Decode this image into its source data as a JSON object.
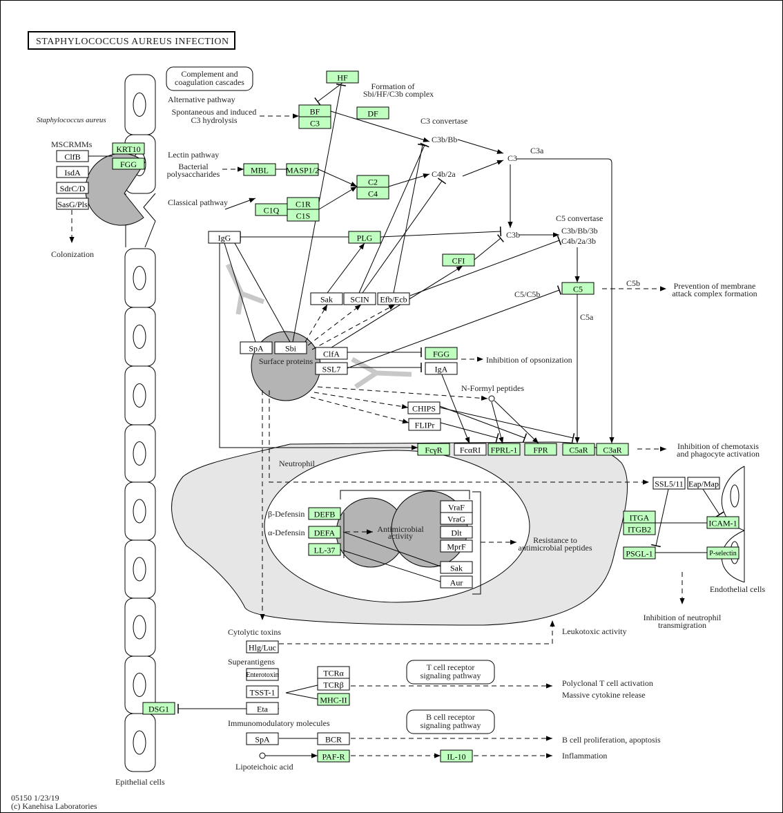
{
  "title": "STAPHYLOCOCCUS AUREUS INFECTION",
  "footer": {
    "map_id": "05150 1/23/19",
    "copyright": "(c) Kanehisa Laboratories"
  },
  "colors": {
    "gene_fill": "#bfffbf",
    "neutrophil_fill": "#e6e6e6",
    "bacteria_fill": "#b4b4b4",
    "antibody_gray": "#c8c8c8"
  },
  "map_links": {
    "complement": "Complement and coagulation cascades",
    "tcr": "T cell receptor signaling pathway",
    "bcr": "B cell receptor signaling pathway"
  },
  "labels": {
    "staph": "Staphylococcus aureus",
    "mscramms": "MSCRMMs",
    "colonization": "Colonization",
    "alt_path": "Alternative pathway",
    "spont1": "Spontaneous and induced",
    "spont2": "C3 hydrolysis",
    "lectin": "Lectin pathway",
    "bact1": "Bacterial",
    "bact2": "polysaccharides",
    "classical": "Classical pathway",
    "formation1": "Formation of",
    "formation2": "Sbi/HF/C3b complex",
    "c3conv": "C3 convertase",
    "c3bbb": "C3b/Bb",
    "c4b2a": "C4b/2a",
    "c3": "C3",
    "c3a": "C3a",
    "c3b": "C3b",
    "c5conv": "C5 convertase",
    "c3bbb3b": "C3b/Bb/3b",
    "c4b2a3b": "C4b/2a/3b",
    "c5c5b": "C5/C5b",
    "c5b": "C5b",
    "c5a": "C5a",
    "prev1": "Prevention of membrane",
    "prev2": "attack complex formation",
    "surface": "Surface proteins",
    "inh_ops": "Inhibition of opsonization",
    "nformyl": "N-Formyl peptides",
    "inh_chem1": "Inhibition of chemotaxis",
    "inh_chem2": "and phagocyte activation",
    "neutrophil": "Neutrophil",
    "bdef": "β-Defensin",
    "adef": "α-Defensin",
    "antimic1": "Antimicrobial",
    "antimic2": "activity",
    "resist1": "Resistance to",
    "resist2": "antimicrobial peptides",
    "endo": "Endothelial cells",
    "inh_neut1": "Inhibition of neutrophil",
    "inh_neut2": "transmigration",
    "cytolytic": "Cytolytic toxins",
    "leuko": "Leukotoxic activity",
    "superag": "Superantigens",
    "polyT": "Polyclonal T cell activation",
    "cytokine": "Massive cytokine release",
    "immuno": "Immunomodulatory molecules",
    "bprolif": "B cell proliferation, apoptosis",
    "lta": "Lipoteichoic acid",
    "inflam": "Inflammation",
    "epi": "Epithelial cells"
  },
  "nodes": {
    "clfb": "ClfB",
    "isda": "IsdA",
    "sdrcd": "SdrC/D",
    "sasg": "SasG/Pls",
    "krt10": "KRT10",
    "fgg1": "FGG",
    "hf": "HF",
    "bf": "BF",
    "c3g": "C3",
    "df": "DF",
    "mbl": "MBL",
    "masp": "MASP1/2",
    "c2": "C2",
    "c4": "C4",
    "c1q": "C1Q",
    "c1r": "C1R",
    "c1s": "C1S",
    "igg": "IgG",
    "plg": "PLG",
    "cfi": "CFI",
    "c5": "C5",
    "sak": "Sak",
    "scin": "SCIN",
    "efb": "Efb/Ecb",
    "spa": "SpA",
    "sbi": "Sbi",
    "clfa": "ClfA",
    "ssl7": "SSL7",
    "fgg2": "FGG",
    "iga": "IgA",
    "chips": "CHIPS",
    "flipr": "FLIPr",
    "fcgr": "FcγR",
    "fcar": "FcαRI",
    "fprl1": "FPRL-1",
    "fpr": "FPR",
    "c5ar": "C5aR",
    "c3ar": "C3aR",
    "ssl511": "SSL5/11",
    "eap": "Eap/Map",
    "itga": "ITGA",
    "itgb2": "ITGB2",
    "psgl1": "PSGL-1",
    "icam1": "ICAM-1",
    "psel": "P-selectin",
    "defb": "DEFB",
    "defa": "DEFA",
    "ll37": "LL-37",
    "vraf": "VraF",
    "vrag": "VraG",
    "dlt": "Dlt",
    "mprf": "MprF",
    "sak2": "Sak",
    "aur": "Aur",
    "hlg": "Hlg/Luc",
    "entero": "Enterotoxin",
    "tsst": "TSST-1",
    "eta": "Eta",
    "tcra": "TCRα",
    "tcrb": "TCRβ",
    "mhc2": "MHC-II",
    "dsg1": "DSG1",
    "spa2": "SpA",
    "bcr": "BCR",
    "pafr": "PAF-R",
    "il10": "IL-10"
  }
}
